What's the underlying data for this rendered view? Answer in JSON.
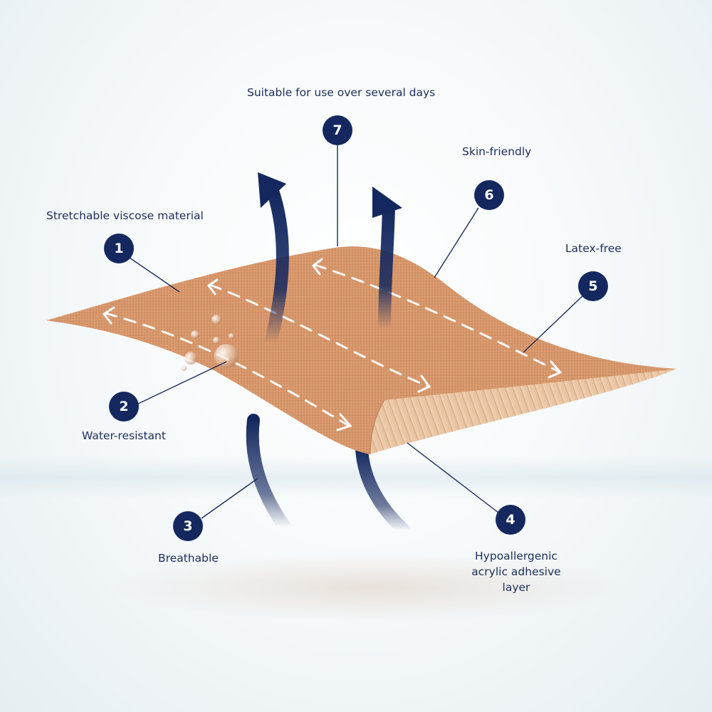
{
  "features": [
    {
      "number": "1",
      "label": "Stretchable viscose material"
    },
    {
      "number": "2",
      "label": "Water-resistant"
    },
    {
      "number": "3",
      "label": "Breathable"
    },
    {
      "number": "4",
      "label": "Hypoallergenic acrylic adhesive layer"
    },
    {
      "number": "5",
      "label": "Latex-free"
    },
    {
      "number": "6",
      "label": "Skin-friendly"
    },
    {
      "number": "7",
      "label": "Suitable for use over several days"
    }
  ],
  "colors": {
    "badge": "#14285f",
    "arrow": "#14285f",
    "plaster": "#d99a70",
    "label_text": "#1d2c5a"
  },
  "icons": [
    "water-droplet-icon",
    "airflow-arrow-icon",
    "stretch-arrow-icon"
  ]
}
